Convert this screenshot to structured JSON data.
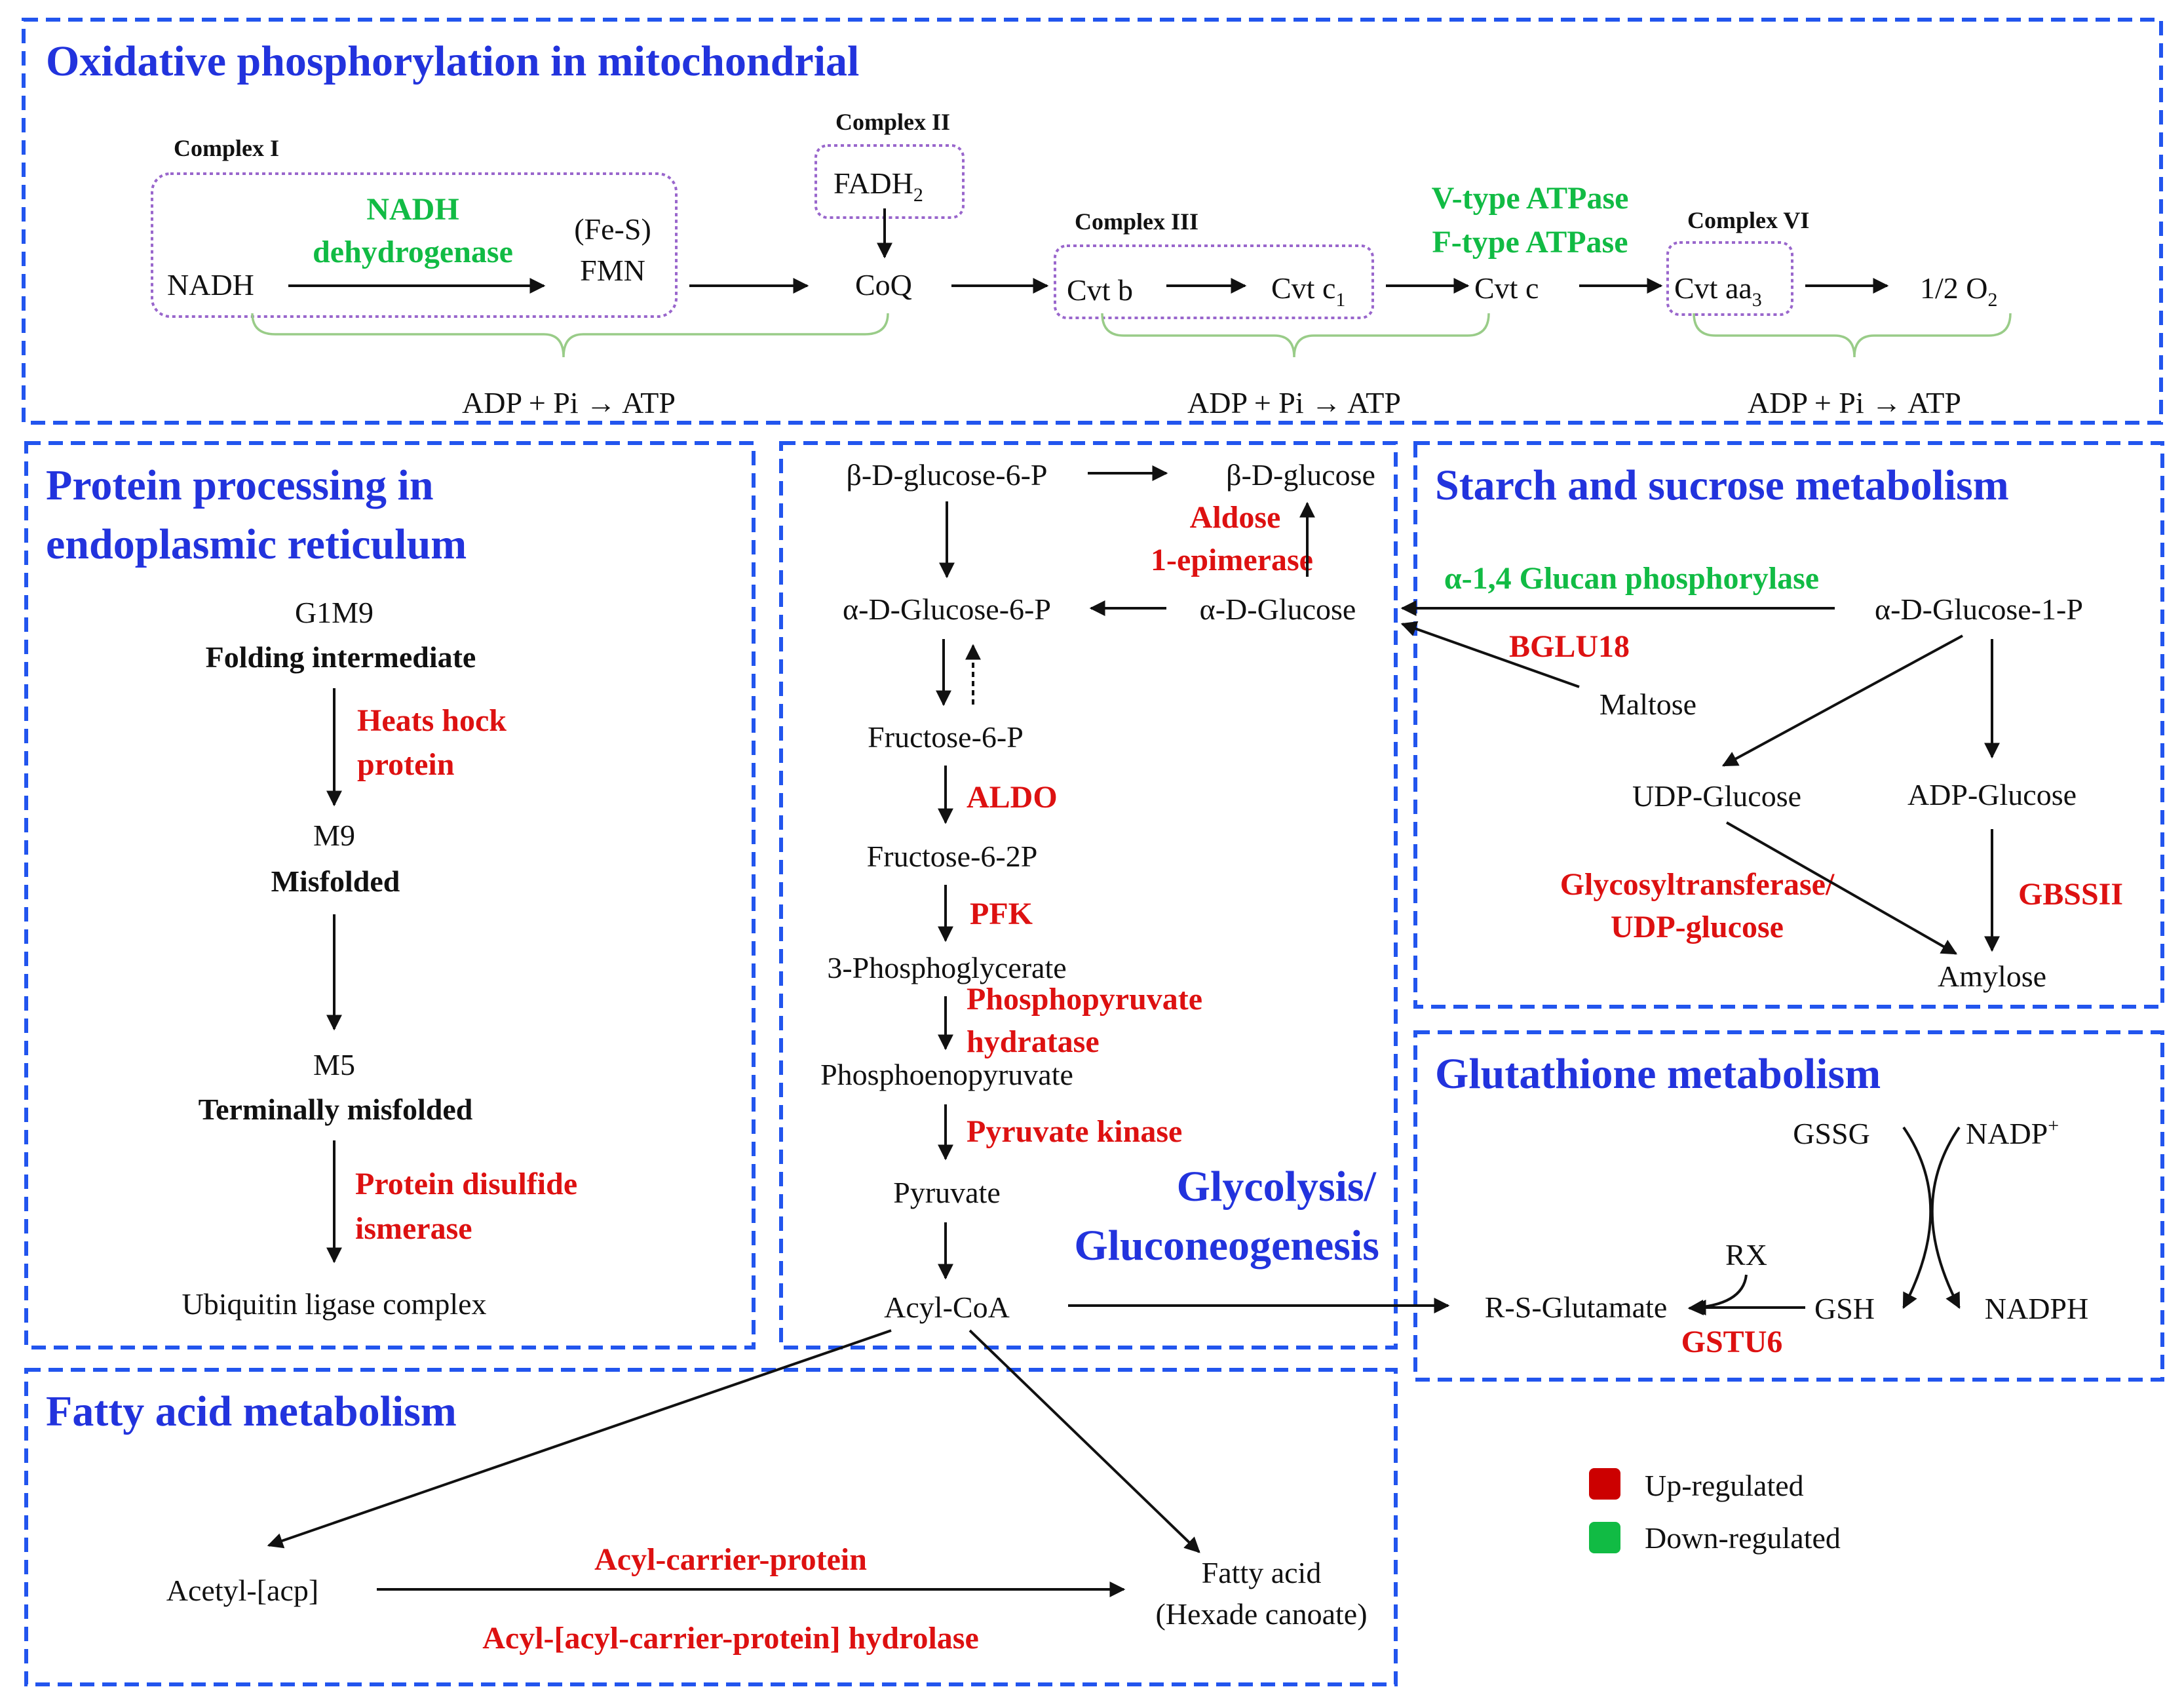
{
  "colors": {
    "section_title": "#2233dd",
    "up": "#dd1111",
    "down": "#11bb44",
    "box": "#2255ee",
    "complex_box": "#9966cc"
  },
  "oxphos": {
    "title": "Oxidative phosphorylation in mitochondrial",
    "complex1": "Complex I",
    "complex2": "Complex II",
    "complex3": "Complex III",
    "complex6": "Complex VI",
    "nadh": "NADH",
    "nadh_dh1": "NADH",
    "nadh_dh2": "dehydrogenase",
    "fes": "(Fe-S)",
    "fmn": "FMN",
    "fadh": "FADH",
    "fadh_sub": "2",
    "coq": "CoQ",
    "cvtb": "Cvt b",
    "cvtc1": "Cvt c",
    "cvtc1_sub": "1",
    "cvtc": "Cvt c",
    "vatp": "V-type ATPase",
    "fatp": "F-type ATPase",
    "cvtaa": "Cvt aa",
    "cvtaa_sub": "3",
    "o2": "1/2 O",
    "o2_sub": "2",
    "atp1": "ADP + Pi → ATP",
    "atp2": "ADP + Pi → ATP",
    "atp3": "ADP + Pi → ATP"
  },
  "protein": {
    "title1": "Protein processing in",
    "title2": "endoplasmic reticulum",
    "g1m9": "G1M9",
    "folding": "Folding intermediate",
    "hsp1": "Heats hock",
    "hsp2": "protein",
    "m9": "M9",
    "misfolded": "Misfolded",
    "m5": "M5",
    "terminal": "Terminally misfolded",
    "pdi1": "Protein disulfide",
    "pdi2": "ismerase",
    "ubiq": "Ubiquitin ligase complex"
  },
  "glyco": {
    "title1": "Glycolysis/",
    "title2": "Gluconeogenesis",
    "bg6p": "β-D-glucose-6-P",
    "bglu": "β-D-glucose",
    "aldose1": "Aldose",
    "aldose2": "1-epimerase",
    "ag6p": "α-D-Glucose-6-P",
    "aglu": "α-D-Glucose",
    "f6p": "Fructose-6-P",
    "aldo": "ALDO",
    "f62p": "Fructose-6-2P",
    "pfk": "PFK",
    "pg3": "3-Phosphoglycerate",
    "ph1": "Phosphopyruvate",
    "ph2": "hydratase",
    "pep": "Phosphoenopyruvate",
    "pk": "Pyruvate kinase",
    "pyr": "Pyruvate",
    "acyl": "Acyl-CoA"
  },
  "starch": {
    "title": "Starch and sucrose metabolism",
    "glucan": "α-1,4 Glucan phosphorylase",
    "ag1p": "α-D-Glucose-1-P",
    "bglu18": "BGLU18",
    "maltose": "Maltose",
    "udpg": "UDP-Glucose",
    "adpg": "ADP-Glucose",
    "gt1": "Glycosyltransferase/",
    "gt2": "UDP-glucose",
    "gbss": "GBSSII",
    "amylose": "Amylose"
  },
  "glut": {
    "title": "Glutathione metabolism",
    "gssg": "GSSG",
    "nadp": "NADP",
    "nadp_sup": "+",
    "rx": "RX",
    "rsg": "R-S-Glutamate",
    "gsh": "GSH",
    "nadph": "NADPH",
    "gstu": "GSTU6"
  },
  "fatty": {
    "title": "Fatty acid metabolism",
    "acetyl": "Acetyl-[acp]",
    "acp": "Acyl-carrier-protein",
    "hydro": "Acyl-[acyl-carrier-protein] hydrolase",
    "fa1": "Fatty acid",
    "fa2": "(Hexade canoate)"
  },
  "legend": {
    "up": "Up-regulated",
    "down": "Down-regulated"
  }
}
